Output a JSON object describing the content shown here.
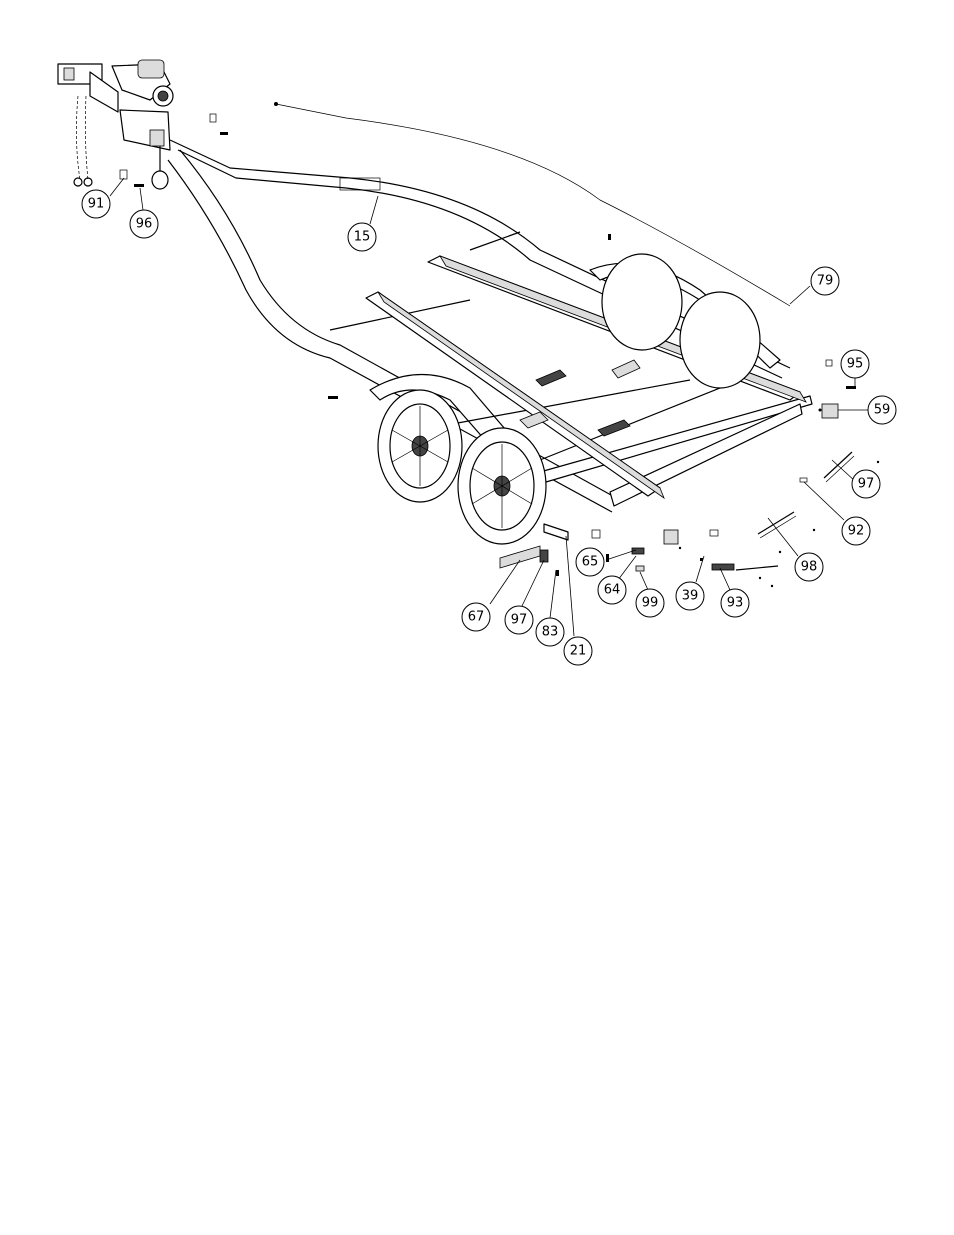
{
  "callouts": [
    {
      "id": "91",
      "label": "91"
    },
    {
      "id": "96",
      "label": "96"
    },
    {
      "id": "15",
      "label": "15"
    },
    {
      "id": "79",
      "label": "79"
    },
    {
      "id": "95",
      "label": "95"
    },
    {
      "id": "59",
      "label": "59"
    },
    {
      "id": "97a",
      "label": "97"
    },
    {
      "id": "92",
      "label": "92"
    },
    {
      "id": "98",
      "label": "98"
    },
    {
      "id": "65",
      "label": "65"
    },
    {
      "id": "64",
      "label": "64"
    },
    {
      "id": "99",
      "label": "99"
    },
    {
      "id": "39",
      "label": "39"
    },
    {
      "id": "93",
      "label": "93"
    },
    {
      "id": "67",
      "label": "67"
    },
    {
      "id": "97b",
      "label": "97"
    },
    {
      "id": "83",
      "label": "83"
    },
    {
      "id": "21",
      "label": "21"
    }
  ]
}
